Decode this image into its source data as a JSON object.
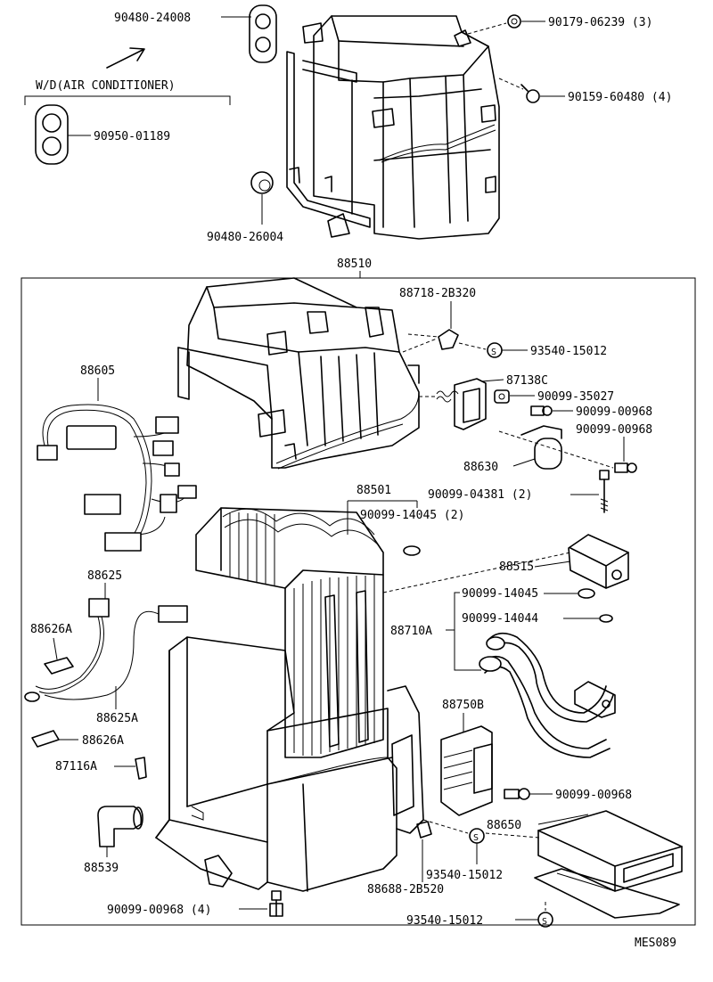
{
  "labels": {
    "p90480_24008": "90480-24008",
    "p90179_06239": "90179-06239 (3)",
    "p90159_60480": "90159-60480 (4)",
    "wd_note": "W/D(AIR CONDITIONER)",
    "p90950_01189": "90950-01189",
    "p90480_26004": "90480-26004",
    "p88510": "88510",
    "p88718_2b320": "88718-2B320",
    "p93540_15012_a": "93540-15012",
    "p88605": "88605",
    "p87138c": "87138C",
    "p90099_35027": "90099-35027",
    "p90099_00968_a": "90099-00968",
    "p90099_00968_b": "90099-00968",
    "p88630": "88630",
    "p88501": "88501",
    "p90099_14045_2": "90099-14045 (2)",
    "p90099_04381": "90099-04381 (2)",
    "p88515": "88515",
    "p88625": "88625",
    "p90099_14045": "90099-14045",
    "p90099_14044": "90099-14044",
    "p88626a_top": "88626A",
    "p88710a": "88710A",
    "p88625a": "88625A",
    "p88626a_bot": "88626A",
    "p88750b": "88750B",
    "p87116a": "87116A",
    "p90099_00968_c": "90099-00968",
    "p88650": "88650",
    "p88539": "88539",
    "p93540_15012_b": "93540-15012",
    "p88688_2b520": "88688-2B520",
    "p90099_00968_4": "90099-00968 (4)",
    "p93540_15012_c": "93540-15012",
    "diagram_code": "MES089",
    "s_mark": "S"
  }
}
